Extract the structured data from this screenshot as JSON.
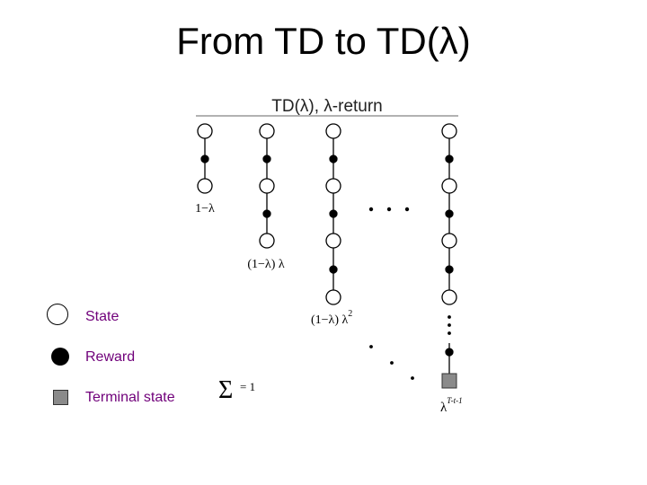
{
  "title": "From TD to TD(λ)",
  "diagram": {
    "header": "TD(λ), λ-return",
    "weights": {
      "w1": "1−λ",
      "w2_base": "(1−λ) λ",
      "w3_base": "(1−λ) λ",
      "w3_exp": "2",
      "wT_base": "λ",
      "wT_exp": "T-t-1"
    },
    "sum": {
      "symbol": "Σ",
      "text": "= 1"
    }
  },
  "legend": {
    "state": "State",
    "reward": "Reward",
    "terminal": "Terminal state"
  },
  "colors": {
    "legend_text": "#70007a",
    "terminal_fill": "#8a8a8a",
    "header_rule": "#999999"
  }
}
